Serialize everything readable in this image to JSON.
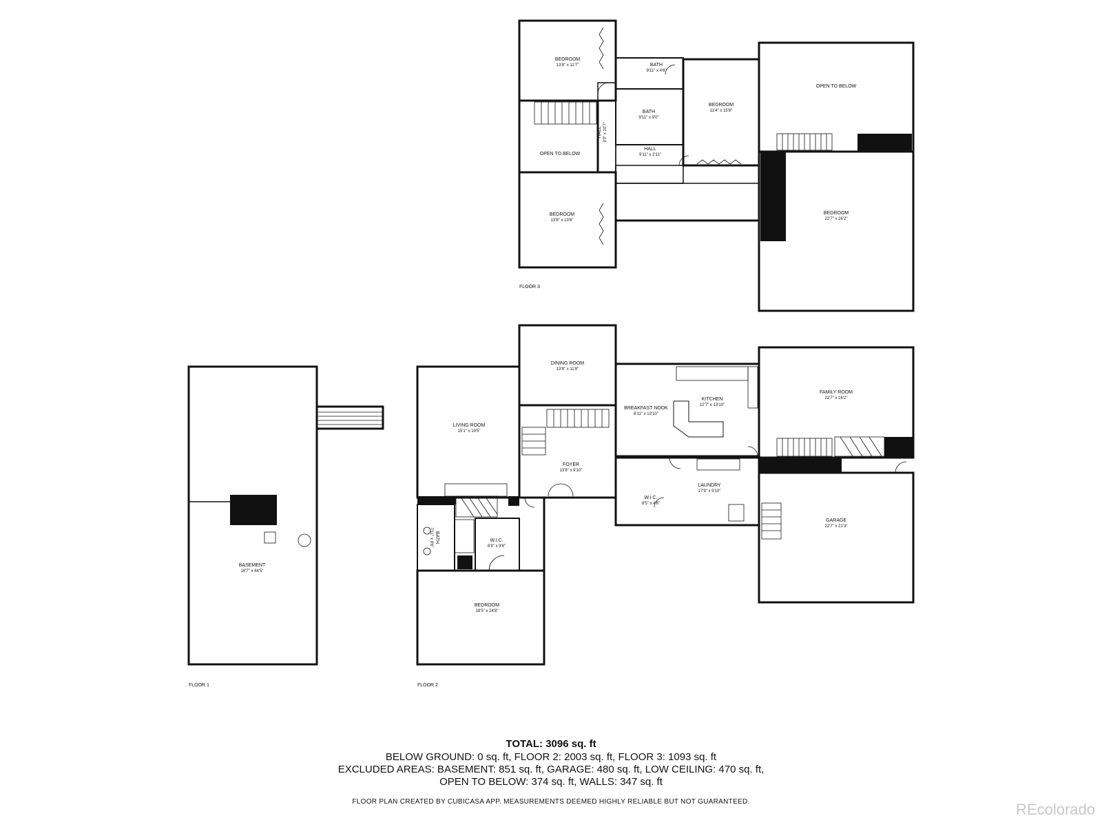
{
  "floors": {
    "floor3": {
      "label": "FLOOR 3",
      "rooms": [
        {
          "name": "BEDROOM",
          "dim": "13'8\" x 11'7\""
        },
        {
          "name": "BATH",
          "dim": "9'11\" x 4'6\""
        },
        {
          "name": "BATH",
          "dim": "9'11\" x 9'0\""
        },
        {
          "name": "BEDROOM",
          "dim": "11'4\" x 15'8\""
        },
        {
          "name": "OPEN TO BELOW",
          "dim": ""
        },
        {
          "name": "HALL",
          "dim": "3'0\" x 10'7\""
        },
        {
          "name": "OPEN TO BELOW",
          "dim": ""
        },
        {
          "name": "HALL",
          "dim": "9'11\" x 2'11\""
        },
        {
          "name": "BEDROOM",
          "dim": "13'8\" x 13'6\""
        },
        {
          "name": "BEDROOM",
          "dim": "22'7\" x 26'2\""
        }
      ]
    },
    "floor2": {
      "label": "FLOOR 2",
      "rooms": [
        {
          "name": "DINING ROOM",
          "dim": "13'8\" x 11'8\""
        },
        {
          "name": "KITCHEN",
          "dim": "12'7\" x 13'10\""
        },
        {
          "name": "BREAKFAST NOOK",
          "dim": "8'11\" x 13'10\""
        },
        {
          "name": "FAMILY ROOM",
          "dim": "22'7\" x 16'2\""
        },
        {
          "name": "LIVING ROOM",
          "dim": "15'1\" x 19'5\""
        },
        {
          "name": "FOYER",
          "dim": "13'8\" x 9'10\""
        },
        {
          "name": "LAUNDRY",
          "dim": "17'9\" x 9'10\""
        },
        {
          "name": "W.I.C.",
          "dim": "8'5\" x 4'6\""
        },
        {
          "name": "GARAGE",
          "dim": "22'7\" x 21'3\""
        },
        {
          "name": "BATH",
          "dim": "7'11\" x 9'6\""
        },
        {
          "name": "W.I.C.",
          "dim": "6'9\" x 9'6\""
        },
        {
          "name": "BEDROOM",
          "dim": "18'5\" x 24'8\""
        }
      ]
    },
    "floor1": {
      "label": "FLOOR 1",
      "rooms": [
        {
          "name": "BASEMENT",
          "dim": "18'7\" x 44'5\""
        }
      ]
    }
  },
  "summary": {
    "total_prefix": "TOTAL: ",
    "total_value": "3096 sq. ft",
    "line1": "BELOW GROUND: 0 sq. ft, FLOOR 2: 2003 sq. ft, FLOOR 3: 1093 sq. ft",
    "line2": "EXCLUDED AREAS: BASEMENT: 851 sq. ft, GARAGE: 480 sq. ft, LOW CEILING: 470 sq. ft,",
    "line3": "OPEN TO BELOW: 374 sq. ft, WALLS: 347 sq. ft"
  },
  "footer_note": "FLOOR PLAN CREATED BY CUBICASA APP. MEASUREMENTS DEEMED HIGHLY RELIABLE BUT NOT GUARANTEED.",
  "watermark": "REcolorado",
  "colors": {
    "wall": "#111111",
    "background": "#ffffff",
    "watermark": "#c8c8c8"
  }
}
